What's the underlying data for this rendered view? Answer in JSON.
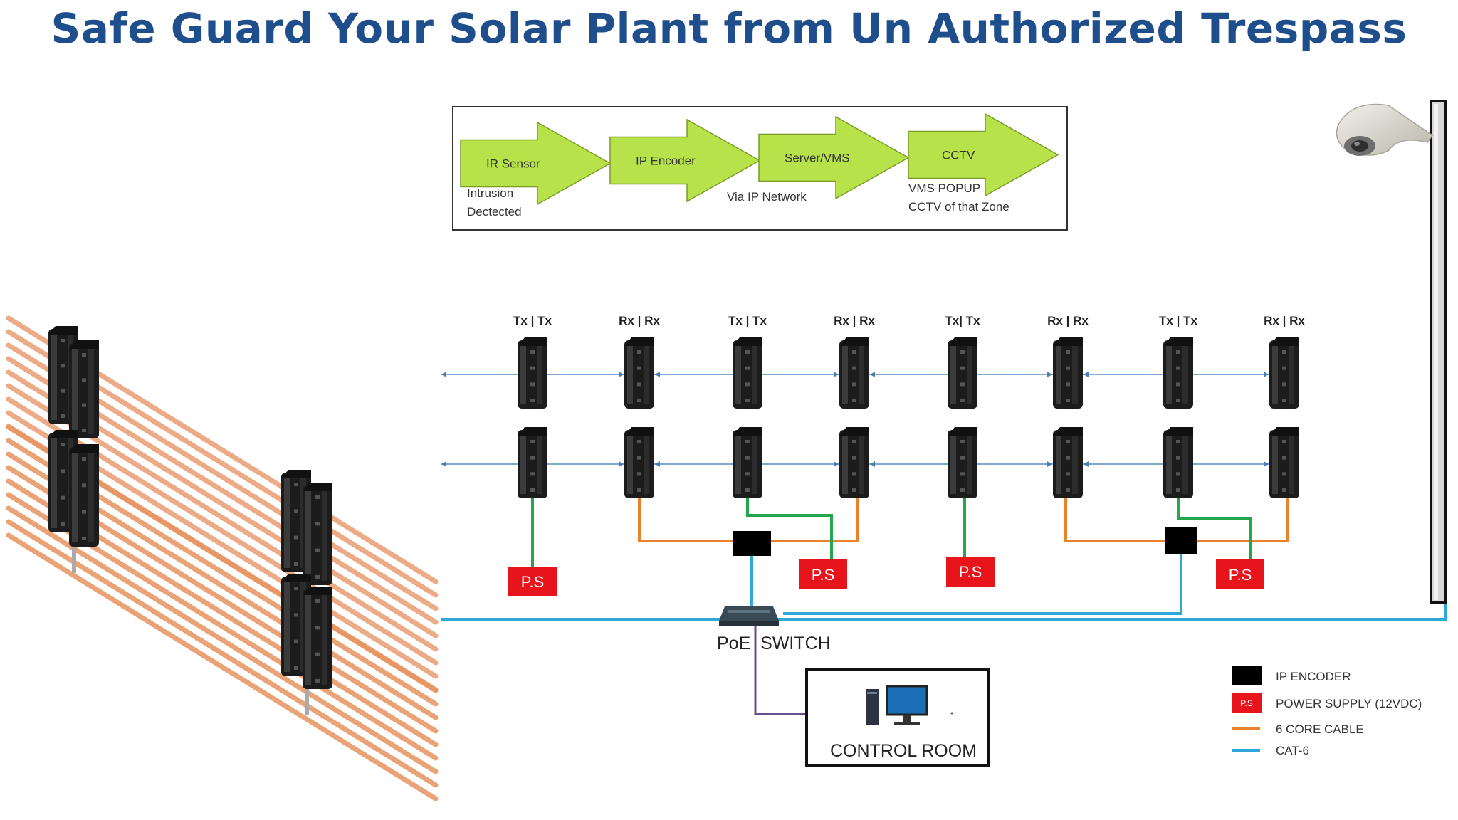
{
  "title": "Safe Guard Your Solar Plant from Un Authorized Trespass",
  "flow": [
    {
      "label": "IR Sensor",
      "caption": [
        "Intrusion",
        "Dectected"
      ]
    },
    {
      "label": "IP Encoder",
      "caption": []
    },
    {
      "label": "Server/VMS",
      "caption": [
        "Via IP Network"
      ]
    },
    {
      "label": "CCTV",
      "caption": [
        "VMS POPUP",
        "CCTV of that Zone"
      ]
    }
  ],
  "pairs": [
    "Tx | Tx",
    "Rx | Rx",
    "Tx | Tx",
    "Rx | Rx",
    "Tx| Tx",
    "Rx | Rx",
    "Tx | Tx",
    "Rx | Rx"
  ],
  "ps_label": "P.S",
  "switch_label": "PoE  SWITCH",
  "control_room_label": "CONTROL ROOM",
  "legend": [
    {
      "label": "IP ENCODER",
      "swatch": "encoder",
      "color": "#000000"
    },
    {
      "label": "POWER SUPPLY (12VDC)",
      "swatch": "ps",
      "color": "#e8141b"
    },
    {
      "label": "6 CORE CABLE",
      "swatch": "line",
      "color": "#e8822c"
    },
    {
      "label": "CAT-6",
      "swatch": "line",
      "color": "#2ea8d8"
    }
  ],
  "colors": {
    "title": "#1f4e8c",
    "arrow_fill": "#b7e24a",
    "cat6": "#2ea8d8",
    "core_cable": "#e8822c",
    "power_line": "#22a84a",
    "control_line": "#6b4c8c",
    "ps_red": "#e8141b"
  }
}
